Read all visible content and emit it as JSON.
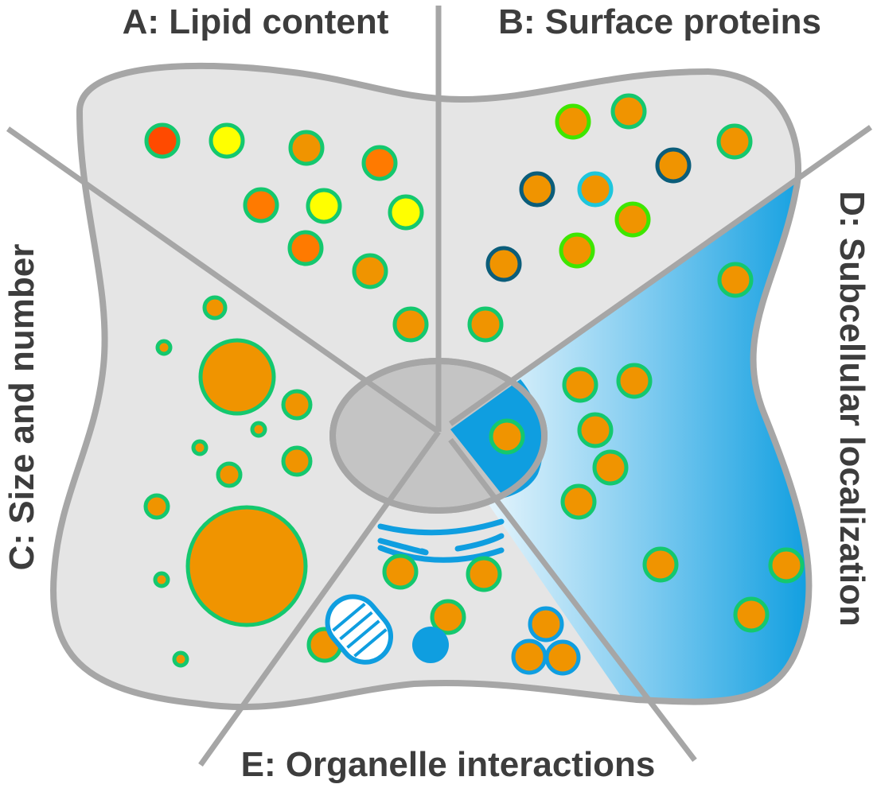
{
  "labels": {
    "a": "A: Lipid content",
    "b": "B: Surface proteins",
    "c": "C: Size and number",
    "d": "D: Subcellular localization",
    "e": "E: Organelle interactions"
  },
  "colors": {
    "cytoplasm": "#e5e5e5",
    "outline": "#a6a6a6",
    "nucleus": "#c4c4c4",
    "droplet_fill": "#f09400",
    "droplet_ring": "#14c86e",
    "organelle_blue": "#0f9ee0",
    "lipid_high": "#ff4a00",
    "lipid_mid": "#ff7a00",
    "lipid_low": "#ffff00",
    "protein_green": "#3ee600",
    "protein_navy": "#0b5d7a",
    "protein_cyan": "#1ec6dc"
  },
  "icons": [
    "nucleus-icon",
    "golgi-icon",
    "mitochondrion-icon",
    "lysosome-icon",
    "lipid-droplet-icon"
  ]
}
